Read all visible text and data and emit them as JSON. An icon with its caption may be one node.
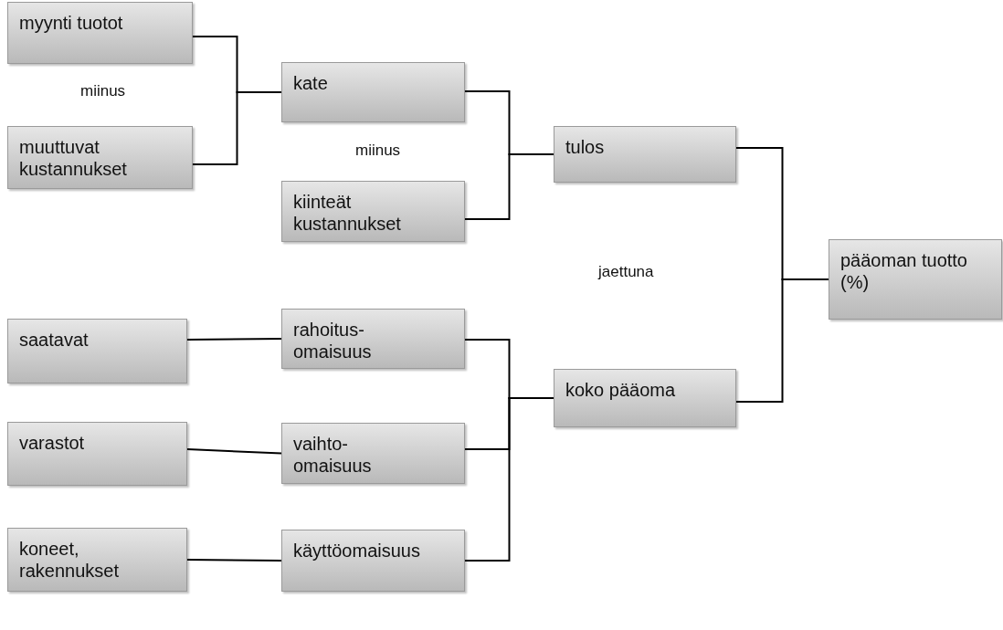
{
  "diagram": {
    "nodes": [
      {
        "text": [
          "myynti tuotot"
        ]
      },
      {
        "text": [
          "muuttuvat kustannukset"
        ]
      },
      {
        "text": [
          "kate"
        ]
      },
      {
        "text": [
          "kiinteät kustannukset"
        ]
      },
      {
        "text": [
          "tulos"
        ]
      },
      {
        "text": [
          "pääoman tuotto (%)"
        ]
      },
      {
        "text": [
          "saatavat"
        ]
      },
      {
        "text": [
          "rahoitus-omaisuus"
        ]
      },
      {
        "text": [
          "koko pääoma"
        ]
      },
      {
        "text": [
          "varastot"
        ]
      },
      {
        "text": [
          "vaihto-omaisuus"
        ]
      },
      {
        "text": [
          "koneet, rakennukset"
        ]
      },
      {
        "text": [
          "käyttöomaisuus"
        ]
      }
    ],
    "edges": [
      {
        "from": 0,
        "to": 2,
        "arrow": "none"
      },
      {
        "from": 1,
        "to": 2,
        "arrow": "none"
      },
      {
        "from": 2,
        "to": 4,
        "arrow": "none"
      },
      {
        "from": 3,
        "to": 4,
        "arrow": "none"
      },
      {
        "from": 4,
        "to": 5,
        "arrow": "none"
      },
      {
        "from": 8,
        "to": 5,
        "arrow": "none"
      },
      {
        "from": 6,
        "to": 7,
        "arrow": "none"
      },
      {
        "from": 9,
        "to": 10,
        "arrow": "none"
      },
      {
        "from": 11,
        "to": 12,
        "arrow": "none"
      },
      {
        "from": 7,
        "to": 8,
        "arrow": "none"
      },
      {
        "from": 10,
        "to": 8,
        "arrow": "none"
      },
      {
        "from": 12,
        "to": 8,
        "arrow": "none"
      }
    ],
    "labels": [
      "miinus",
      "miinus",
      "jaettuna"
    ]
  }
}
